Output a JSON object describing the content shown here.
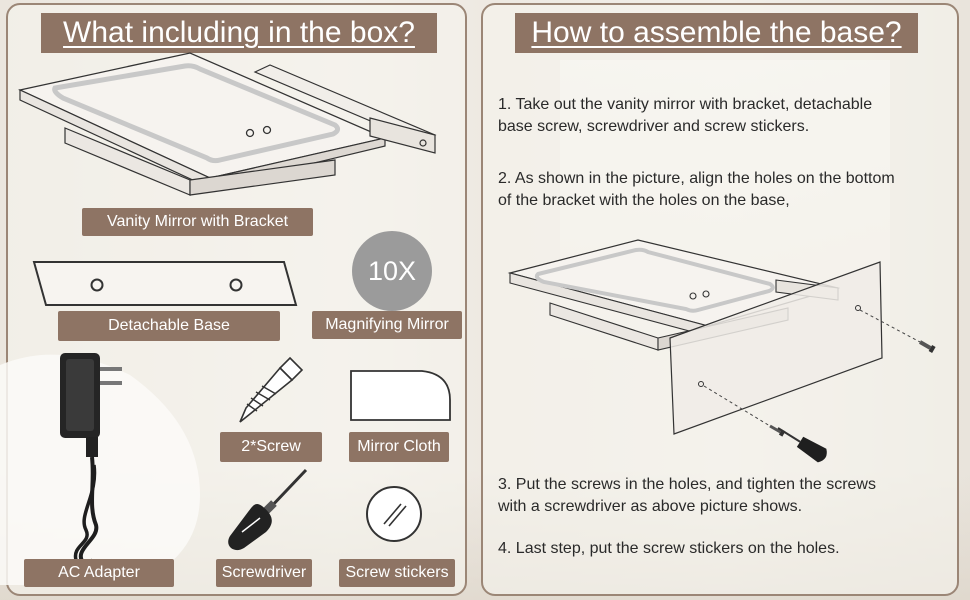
{
  "left": {
    "title": "What including in the box?",
    "labels": {
      "mirror": "Vanity Mirror with Bracket",
      "base": "Detachable Base",
      "magnifier": "Magnifying Mirror",
      "screw": "2*Screw",
      "cloth": "Mirror Cloth",
      "adapter": "AC Adapter",
      "screwdriver": "Screwdriver",
      "stickers": "Screw stickers"
    },
    "magnifier_badge": "10X"
  },
  "right": {
    "title": "How to assemble the base?",
    "steps": [
      "1. Take out the vanity mirror with bracket, detachable\n    base screw, screwdriver and screw stickers.",
      "2. As shown in the picture, align the holes on the bottom\n   of the bracket with the holes on the base,",
      "3. Put the screws in the holes, and tighten the screws\n   with a screwdriver as above picture shows.",
      "4. Last step, put the screw stickers on the holes."
    ]
  },
  "colors": {
    "accent": "#8e7464",
    "border": "#9b8676",
    "badge": "#9b9b9b",
    "led": "#c8c8c8"
  }
}
